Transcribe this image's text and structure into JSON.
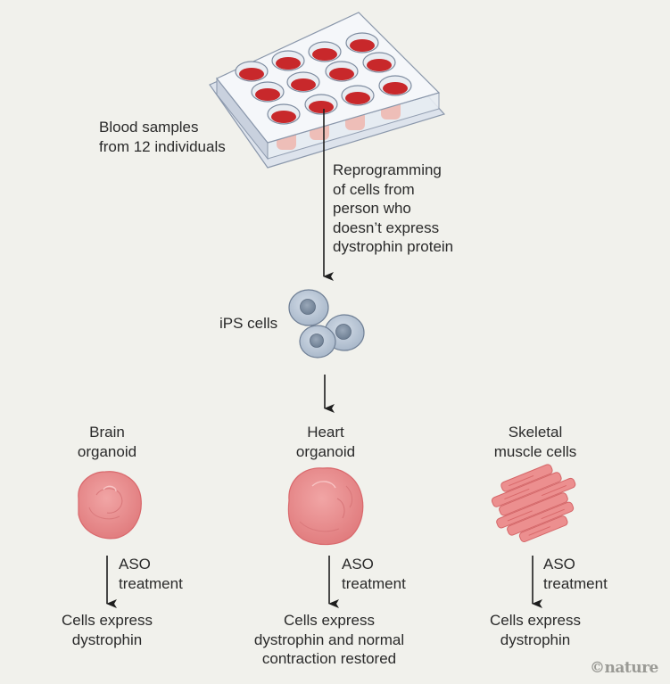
{
  "figure": {
    "source": {
      "label": "Blood samples\nfrom 12 individuals",
      "icon": "well-plate-icon",
      "well_count": 12
    },
    "step1": {
      "label": "Reprogramming\nof cells from\nperson who\ndoesn’t express\ndystrophin protein"
    },
    "ips": {
      "label": "iPS cells",
      "icon": "stem-cells-icon"
    },
    "branches": [
      {
        "title": "Brain\norganoid",
        "icon": "brain-organoid-icon",
        "treatment": "ASO\ntreatment",
        "result": "Cells express\ndystrophin"
      },
      {
        "title": "Heart\norganoid",
        "icon": "heart-organoid-icon",
        "treatment": "ASO\ntreatment",
        "result": "Cells express\ndystrophin and normal\ncontraction restored"
      },
      {
        "title": "Skeletal\nmuscle cells",
        "icon": "muscle-cells-icon",
        "treatment": "ASO\ntreatment",
        "result": "Cells express\ndystrophin"
      }
    ],
    "credit": "©nature"
  },
  "colors": {
    "background": "#f1f1ec",
    "text": "#2a2a2a",
    "blood_red": "#c8282b",
    "tissue_pink": "#e98a8a",
    "cell_blue": "#b9c6d6"
  }
}
